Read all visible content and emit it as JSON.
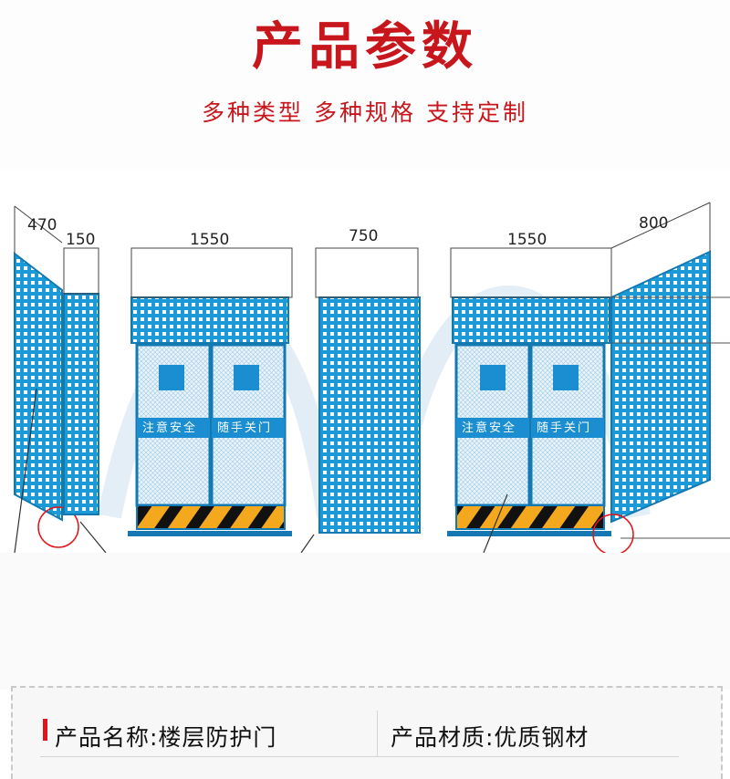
{
  "header": {
    "title": "产品参数",
    "subtitle": "多种类型  多种规格  支持定制"
  },
  "diagram": {
    "dimensions": [
      "470",
      "150",
      "1550",
      "750",
      "1550",
      "800"
    ],
    "door_left_sign": "注意安全",
    "door_right_sign": "随手关门"
  },
  "params": {
    "name": "产品名称:楼层防护门",
    "material": "产品材质:优质钢材"
  },
  "colors": {
    "accent": "#c8161d",
    "mesh": "#1a9ad6",
    "sign": "#1a8ed0",
    "hazard_yellow": "#f4a81d"
  }
}
